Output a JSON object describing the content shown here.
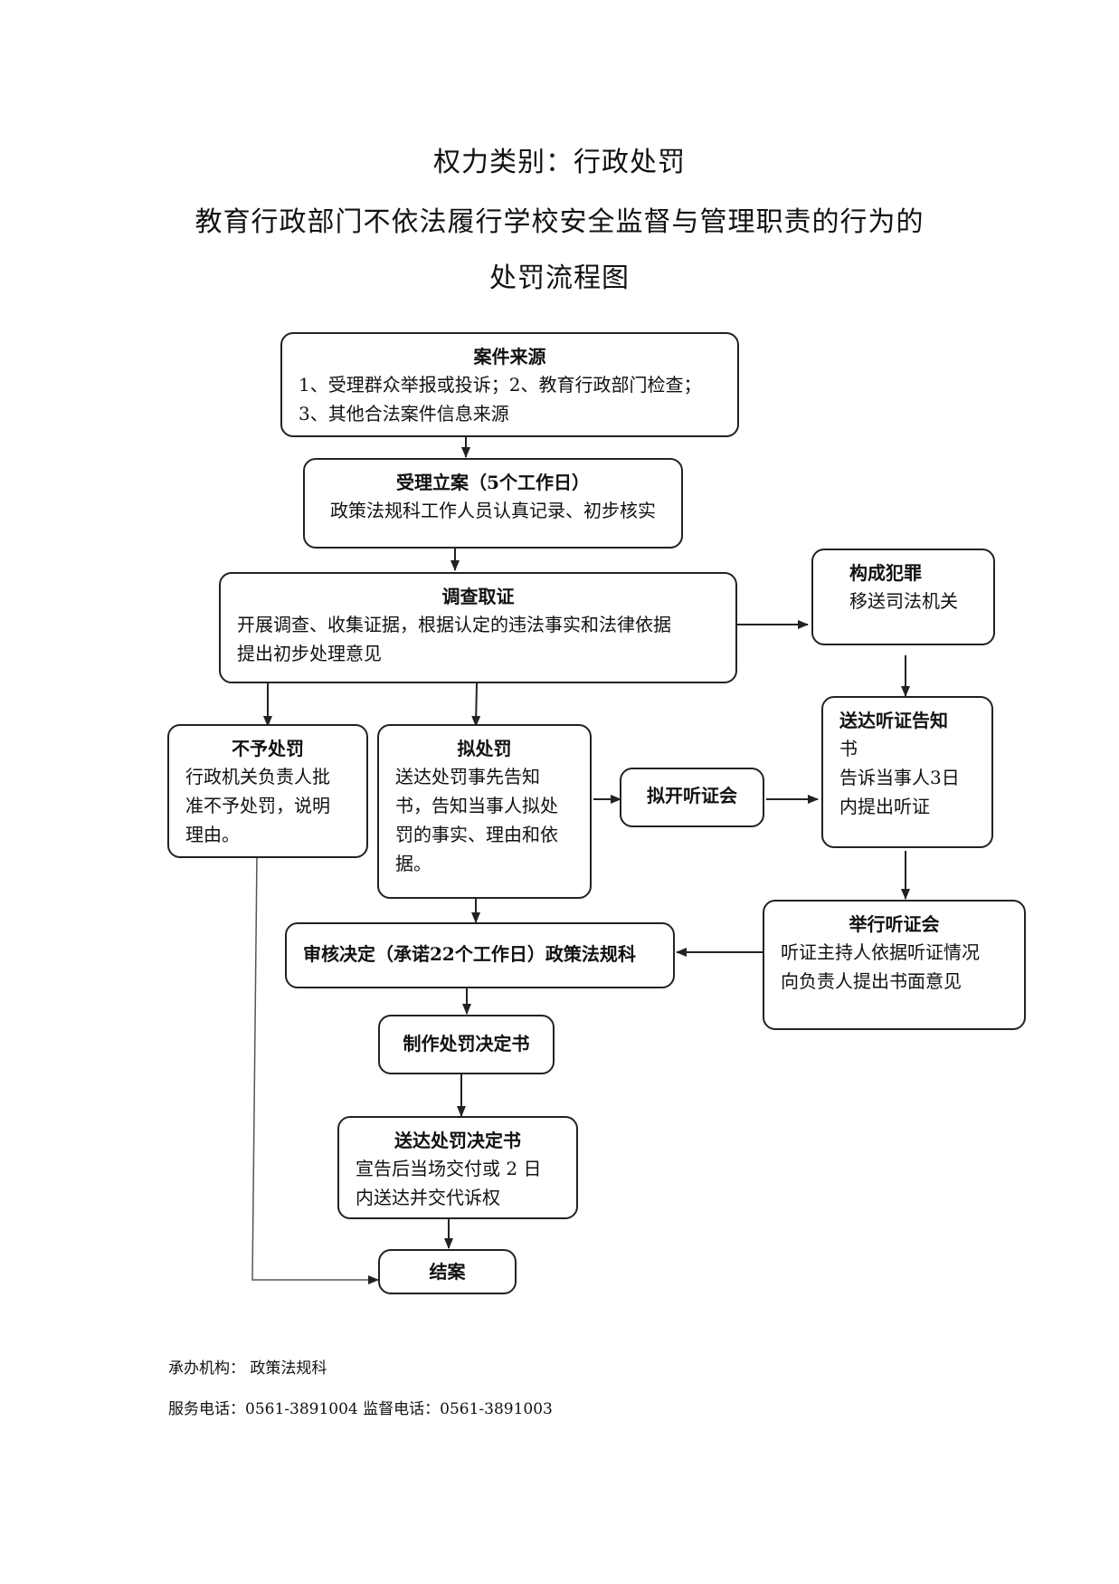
{
  "header": {
    "title": "权力类别：行政处罚",
    "subtitle_line1": "教育行政部门不依法履行学校安全监督与管理职责的行为的",
    "subtitle_line2": "处罚流程图"
  },
  "nodes": {
    "source": {
      "heading": "案件来源",
      "lines": [
        "1、受理群众举报或投诉；2、教育行政部门检查；",
        "3、其他合法案件信息来源"
      ]
    },
    "accept": {
      "heading": "受理立案（5个工作日）",
      "lines": [
        "政策法规科工作人员认真记录、初步核实"
      ]
    },
    "investigate": {
      "heading": "调查取证",
      "lines": [
        "开展调查、收集证据，根据认定的违法事实和法律依据",
        "提出初步处理意见"
      ]
    },
    "crime": {
      "heading": "构成犯罪",
      "lines": [
        "移送司法机关"
      ]
    },
    "no_penalty": {
      "heading": "不予处罚",
      "lines": [
        "行政机关负责人批",
        "准不予处罚，说明",
        "理由。"
      ]
    },
    "propose": {
      "heading": "拟处罚",
      "lines": [
        "送达处罚事先告知",
        "书，告知当事人拟处",
        "罚的事实、理由和依",
        "据。"
      ]
    },
    "plan_hearing": {
      "heading": "拟开听证会",
      "lines": []
    },
    "hearing_notice": {
      "heading": "送达听证告知",
      "lines": [
        "书",
        "告诉当事人3日",
        "内提出听证"
      ]
    },
    "hold_hearing": {
      "heading": "举行听证会",
      "lines": [
        "听证主持人依据听证情况",
        "向负责人提出书面意见"
      ]
    },
    "review": {
      "heading": "审核决定（承诺22个工作日）政策法规科",
      "lines": []
    },
    "make_decision": {
      "heading": "制作处罚决定书",
      "lines": []
    },
    "deliver": {
      "heading": "送达处罚决定书",
      "lines": [
        "宣告后当场交付或 2 日",
        "内送达并交代诉权"
      ]
    },
    "close": {
      "heading": "结案",
      "lines": []
    }
  },
  "footer": {
    "agency": "承办机构：  政策法规科",
    "phones": "服务电话：0561-3891004    监督电话：0561-3891003"
  }
}
